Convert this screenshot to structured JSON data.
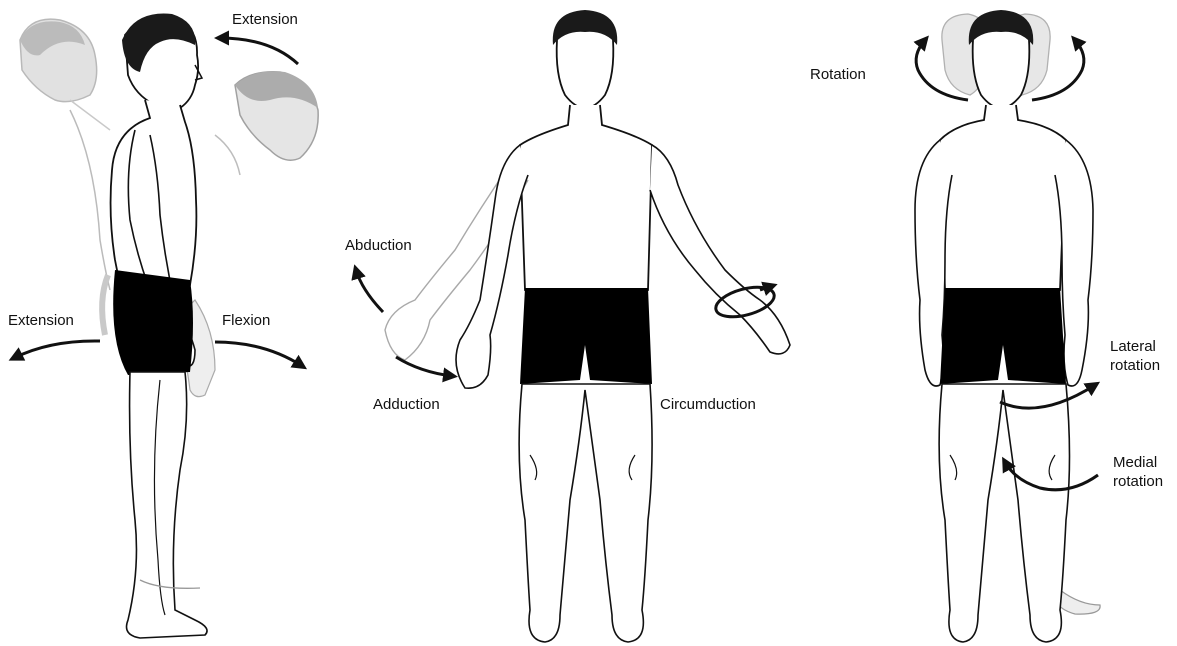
{
  "labels": {
    "extension_head": "Extension",
    "extension_hip": "Extension",
    "flexion_hip": "Flexion",
    "abduction": "Abduction",
    "adduction": "Adduction",
    "circumduction": "Circumduction",
    "rotation": "Rotation",
    "lateral_rotation": [
      "Lateral",
      "rotation"
    ],
    "medial_rotation": [
      "Medial",
      "rotation"
    ]
  },
  "colors": {
    "ink": "#111111",
    "shorts": "#000000",
    "ghost": "#9a9a9a",
    "hair": "#1a1a1a"
  }
}
